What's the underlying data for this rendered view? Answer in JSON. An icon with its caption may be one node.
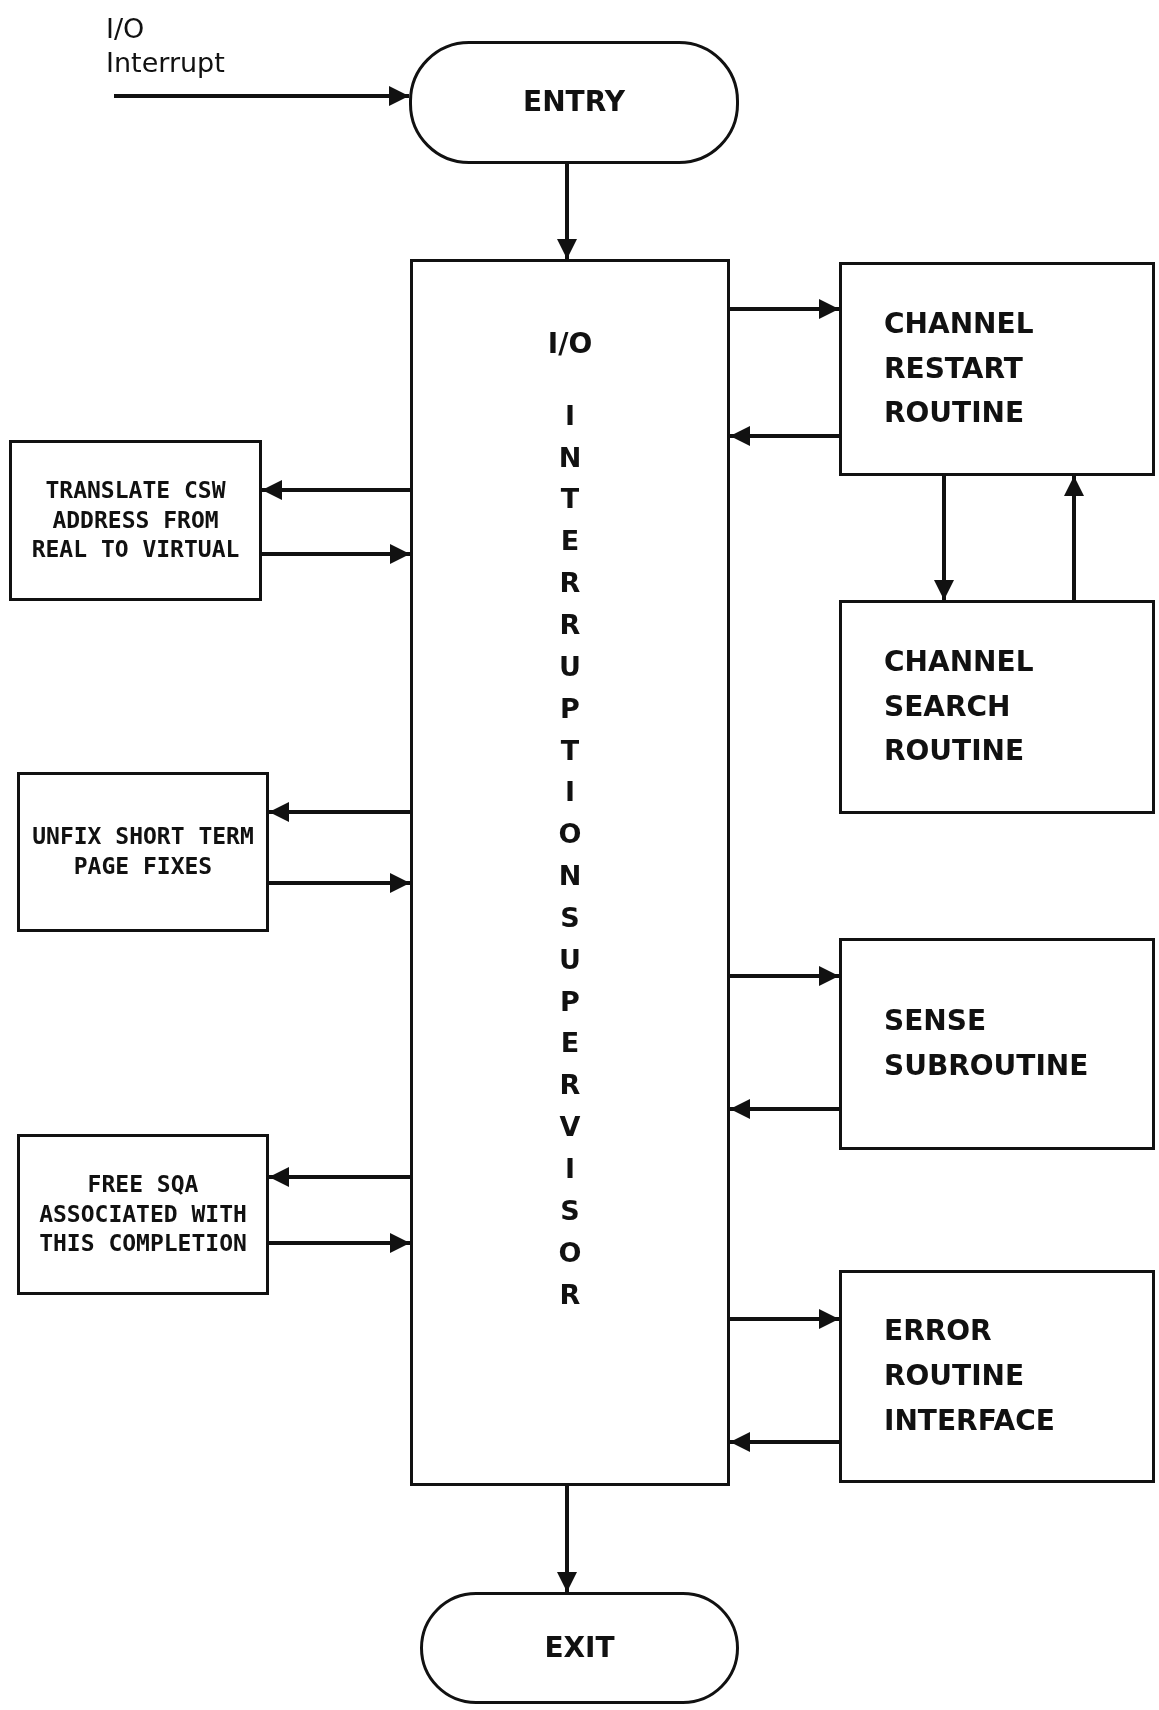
{
  "diagram": {
    "nodes": [
      {
        "text": [
          "I/O Interrupt"
        ]
      },
      {
        "text": [
          "ENTRY"
        ]
      },
      {
        "text": [
          "I/O",
          "INTERRUPTION SUPERVISOR"
        ]
      },
      {
        "text": [
          "TRANSLATE CSW ADDRESS FROM REAL TO VIRTUAL"
        ]
      },
      {
        "text": [
          "UNFIX SHORT TERM PAGE FIXES"
        ]
      },
      {
        "text": [
          "FREE SQA ASSOCIATED WITH THIS COMPLETION"
        ]
      },
      {
        "text": [
          "CHANNEL RESTART ROUTINE"
        ]
      },
      {
        "text": [
          "CHANNEL SEARCH ROUTINE"
        ]
      },
      {
        "text": [
          "SENSE SUBROUTINE"
        ]
      },
      {
        "text": [
          "ERROR ROUTINE INTERFACE"
        ]
      },
      {
        "text": [
          "EXIT"
        ]
      }
    ],
    "edges": [
      {
        "from": 0,
        "to": 1,
        "arrow": "to"
      },
      {
        "from": 1,
        "to": 2,
        "arrow": "to"
      },
      {
        "from": 2,
        "to": 3,
        "arrow": "to"
      },
      {
        "from": 3,
        "to": 2,
        "arrow": "to"
      },
      {
        "from": 2,
        "to": 4,
        "arrow": "to"
      },
      {
        "from": 4,
        "to": 2,
        "arrow": "to"
      },
      {
        "from": 2,
        "to": 5,
        "arrow": "to"
      },
      {
        "from": 5,
        "to": 2,
        "arrow": "to"
      },
      {
        "from": 2,
        "to": 6,
        "arrow": "to"
      },
      {
        "from": 6,
        "to": 2,
        "arrow": "to"
      },
      {
        "from": 6,
        "to": 7,
        "arrow": "to"
      },
      {
        "from": 7,
        "to": 6,
        "arrow": "to"
      },
      {
        "from": 2,
        "to": 8,
        "arrow": "to"
      },
      {
        "from": 8,
        "to": 2,
        "arrow": "to"
      },
      {
        "from": 2,
        "to": 9,
        "arrow": "to"
      },
      {
        "from": 9,
        "to": 2,
        "arrow": "to"
      },
      {
        "from": 2,
        "to": 10,
        "arrow": "to"
      }
    ]
  }
}
